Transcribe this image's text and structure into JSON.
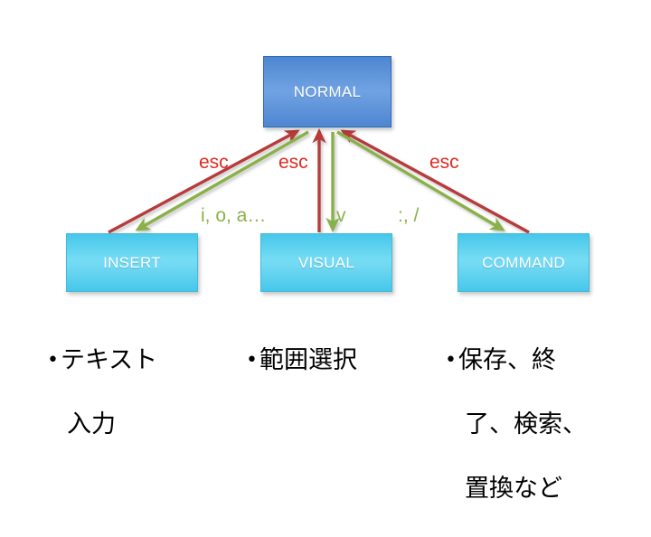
{
  "slide": {
    "background_color": "#ffffff",
    "title": "vim modes diagram"
  },
  "boxes": {
    "normal": {
      "label": "NORMAL",
      "fill": "#5f96da",
      "border": "#2f6bb5",
      "text_color": "#ffffff"
    },
    "insert": {
      "label": "INSERT",
      "fill": "#64d4f1",
      "border": "#46b8d8",
      "text_color": "#ffffff"
    },
    "visual": {
      "label": "VISUAL",
      "fill": "#64d4f1",
      "border": "#46b8d8",
      "text_color": "#ffffff"
    },
    "command": {
      "label": "COMMAND",
      "fill": "#64d4f1",
      "border": "#46b8d8",
      "text_color": "#ffffff"
    }
  },
  "edges": {
    "colors": {
      "to_normal": "#b83b3b",
      "from_normal": "#8ab14a"
    },
    "labels": {
      "esc_insert": "esc",
      "esc_visual": "esc",
      "esc_command": "esc",
      "keys_insert": "i, o, a…",
      "keys_visual": "v",
      "keys_command": ":, /"
    }
  },
  "captions": {
    "insert": {
      "bullet": "•",
      "line1": "テキスト",
      "line2": "入力"
    },
    "visual": {
      "bullet": "•",
      "line1": "範囲選択",
      "line2": ""
    },
    "command": {
      "bullet": "•",
      "line1": "保存、終",
      "line2": "了、検索、",
      "line3": "置換など"
    }
  }
}
